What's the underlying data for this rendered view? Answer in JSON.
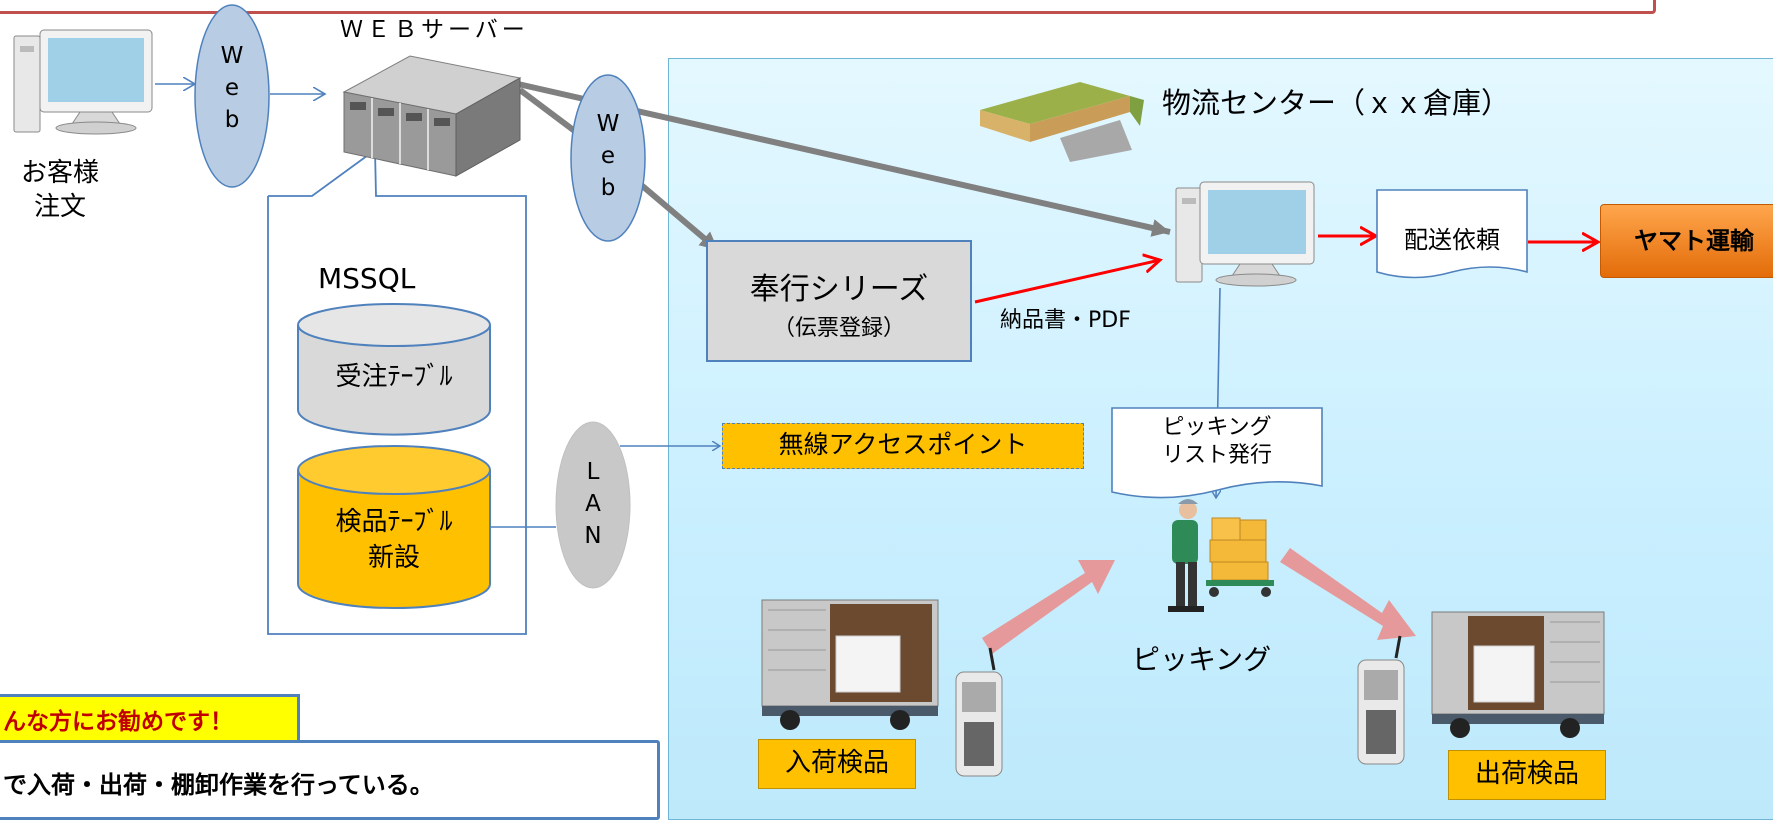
{
  "customer": {
    "label_line1": "お客様",
    "label_line2": "注文"
  },
  "web_ellipse_left": {
    "chars": [
      "W",
      "e",
      "b"
    ]
  },
  "web_ellipse_mid": {
    "chars": [
      "W",
      "e",
      "b"
    ]
  },
  "web_server": {
    "label": "ＷＥＢサーバー"
  },
  "database": {
    "title": "MSSQL",
    "table1": "受注ﾃｰﾌﾞﾙ",
    "table2_line1": "検品ﾃｰﾌﾞﾙ",
    "table2_line2": "新設"
  },
  "lan_ellipse": {
    "chars": [
      "L",
      "A",
      "N"
    ]
  },
  "logistics_center": {
    "title": "物流センター（ｘｘ倉庫）"
  },
  "bugyo": {
    "line1": "奉行シリーズ",
    "line2": "（伝票登録）"
  },
  "delivery_note": {
    "label": "納品書・PDF"
  },
  "delivery_request": {
    "label": "配送依頼"
  },
  "yamato": {
    "label": "ヤマト運輸"
  },
  "wireless_ap": {
    "label": "無線アクセスポイント"
  },
  "picking_list": {
    "line1": "ピッキング",
    "line2": "リスト発行"
  },
  "picking": {
    "label": "ピッキング"
  },
  "inbound": {
    "label": "入荷検品"
  },
  "outbound": {
    "label": "出荷検品"
  },
  "recommend": {
    "label": "んな方にお勧めです！"
  },
  "bottom_text": {
    "label": "で入荷・出荷・棚卸作業を行っている。"
  },
  "colors": {
    "accent_red_border": "#c0504d",
    "ellipse_blue": "#b8cce4",
    "center_bg": "#c6efff",
    "yellow": "#ffc000",
    "yamato_orange": "#f27c20",
    "grey_arrow": "#808080",
    "red_arrow": "#ff0000",
    "pink_arrow": "#e6999a"
  }
}
